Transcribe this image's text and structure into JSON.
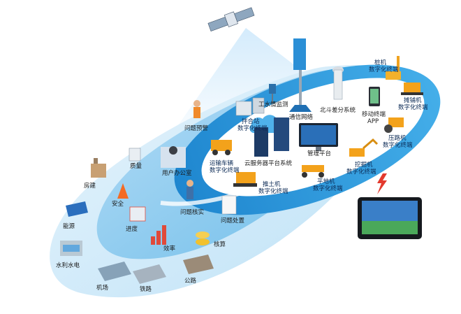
{
  "colors": {
    "ring_outer": "#d4ecfa",
    "ring_mid": "#a9d8f5",
    "ring_inner": "#2f9fe0",
    "ring_core": "#1f7fc6",
    "accent_orange": "#f3a21b",
    "accent_red": "#e33a2e",
    "dark": "#1c2a3a"
  },
  "outer_ring": {
    "fangjian": "房建",
    "nengyuan": "能源",
    "shuili": "水利水电",
    "jichang": "机场",
    "tielu": "铁路",
    "gonglu": "公路"
  },
  "middle_ring": {
    "zhiliang": "质量",
    "anquan": "安全",
    "jindu": "进度",
    "xiaolv": "效率",
    "hesuan": "核算"
  },
  "inner_ring": {
    "wenti_yujing": "问题预警",
    "yonghu_bangongshi": "用户办公室",
    "wenti_heshi": "问题核实",
    "wenti_chuzhi": "问题处置"
  },
  "terminals": {
    "banhezhan": [
      "拌合站",
      "数字化终端"
    ],
    "yunshu": [
      "运输车辆",
      "数字化终端"
    ],
    "tuitu": [
      "推土机",
      "数字化终端"
    ],
    "pingdi": [
      "平地机",
      "数字化终端"
    ],
    "wajue": [
      "挖掘机",
      "数字化终端"
    ],
    "yalu": [
      "压路机",
      "数字化终端"
    ],
    "tanpu": [
      "摊铺机",
      "数字化终端"
    ],
    "zhuangji": [
      "桩机",
      "数字化终端"
    ]
  },
  "core": {
    "shuiqing": "工水情监测",
    "tongxin": "通信网络",
    "beidou": "北斗差分系统",
    "yidong": [
      "移动终端",
      "APP"
    ],
    "yunfuwuqi": "云服务器平台系统",
    "guanli": "管理平台"
  }
}
